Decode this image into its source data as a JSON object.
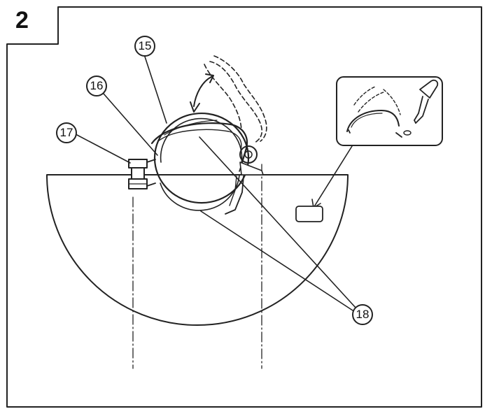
{
  "figure": {
    "step_number": "2",
    "callouts": {
      "c15": "15",
      "c16": "16",
      "c17": "17",
      "c18": "18"
    }
  }
}
